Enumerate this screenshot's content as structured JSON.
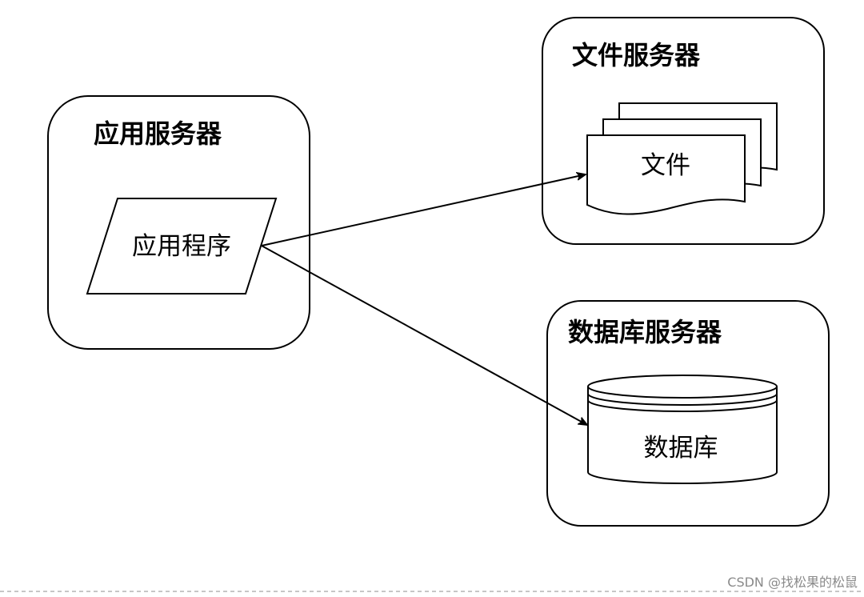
{
  "diagram": {
    "app_server": {
      "title": "应用服务器",
      "program_label": "应用程序"
    },
    "file_server": {
      "title": "文件服务器",
      "file_label": "文件"
    },
    "db_server": {
      "title": "数据库服务器",
      "db_label": "数据库"
    },
    "edges": [
      {
        "from": "应用程序",
        "to": "文件"
      },
      {
        "from": "应用程序",
        "to": "数据库"
      }
    ]
  },
  "watermark": "CSDN @找松果的松鼠"
}
